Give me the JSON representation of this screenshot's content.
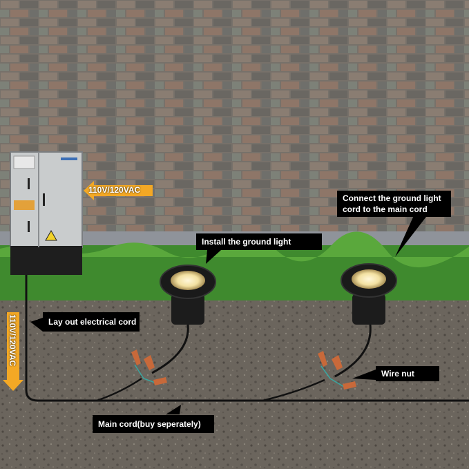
{
  "diagram": {
    "voltage_label_horizontal": "110V/120VAC",
    "voltage_label_vertical": "110V/120VAC",
    "callouts": {
      "install": "Install the ground light",
      "connect_line1": "Connect the ground light",
      "connect_line2": "cord to the main cord",
      "layout": "Lay out electrical cord",
      "wire_nut": "Wire nut",
      "main_cord": "Main cord(buy seperately)"
    },
    "colors": {
      "brick_wall": "#6f6b66",
      "grass": "#3f8a2e",
      "soil": "#6d675f",
      "arrow": "#f3a825",
      "callout_bg": "#000000",
      "light_glow": "#f7e7b0",
      "wire_nut": "#c8693a"
    },
    "icons": {
      "electrical_box": "electrical-box-icon",
      "hazard": "high-voltage-warning-icon",
      "ground_light": "ground-light-icon",
      "wire_nut": "wire-nut-icon"
    }
  }
}
